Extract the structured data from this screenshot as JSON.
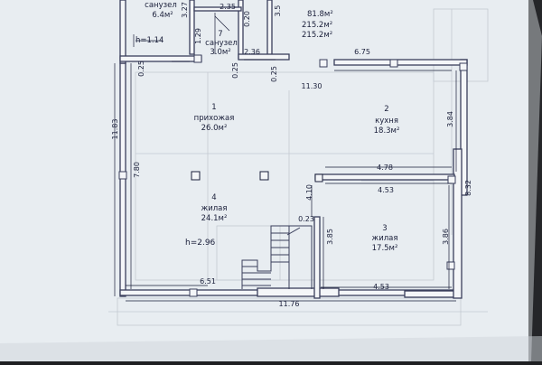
{
  "rooms": [
    {
      "number": "",
      "name": "санузел",
      "area": "6.4м²"
    },
    {
      "number": "7",
      "name": "санузел",
      "area": "3.0м²"
    },
    {
      "number": "1",
      "name": "прихожая",
      "area": "26.0м²"
    },
    {
      "number": "2",
      "name": "кухня",
      "area": "18.3м²"
    },
    {
      "number": "4",
      "name": "жилая",
      "area": "24.1м²"
    },
    {
      "number": "3",
      "name": "жилая",
      "area": "17.5м²"
    }
  ],
  "totals": [
    "81.8м²",
    "215.2м²",
    "215.2м²"
  ],
  "height_labels": [
    "h=1.14",
    "h=2.96"
  ],
  "dimensions": {
    "d_327": "3.27",
    "d_235": "2.35",
    "d_35": "3.5",
    "d_129": "1.29",
    "d_020": "0.20",
    "d_236": "2.36",
    "d_025a": "0.25",
    "d_025b": "0.25",
    "d_025c": "0.25",
    "d_675": "6.75",
    "d_1130": "11.30",
    "d_1183": "11.83",
    "d_780": "7.80",
    "d_384": "3.84",
    "d_478": "4.78",
    "d_453a": "4.53",
    "d_832": "8.32",
    "d_410": "4.10",
    "d_023": "0.23",
    "d_385": "3.85",
    "d_386": "3.86",
    "d_651": "6.51",
    "d_1176": "11.76",
    "d_453b": "4.53"
  },
  "colors": {
    "paper": "#e9eef2",
    "ink": "#1a1f3a",
    "wall": "#3a3f5c",
    "faint": "#b8c0c8"
  }
}
